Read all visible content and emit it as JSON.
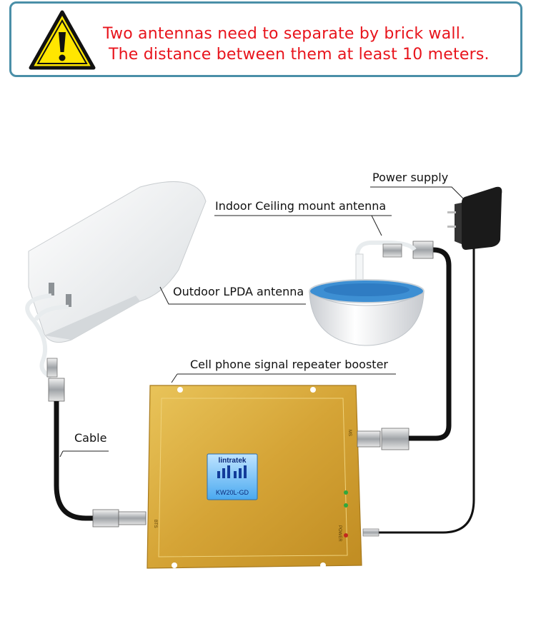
{
  "warning": {
    "icon": "warning-triangle-icon",
    "line1": "Two antennas need to separate by brick wall.",
    "line2": "The distance between them at least 10 meters.",
    "text_color": "#e8141c",
    "border_color": "#4a8fa8"
  },
  "labels": {
    "power_supply": "Power supply",
    "indoor_antenna": "Indoor Ceiling mount antenna",
    "outdoor_antenna": "Outdoor LPDA antenna",
    "booster": "Cell phone signal repeater booster",
    "cable": "Cable"
  },
  "device": {
    "brand": "lintratek",
    "model": "KW20L-GD",
    "bts_port": "BTS",
    "ms_port": "MS",
    "power_port": "POWER",
    "body_color": "#d8a733"
  }
}
